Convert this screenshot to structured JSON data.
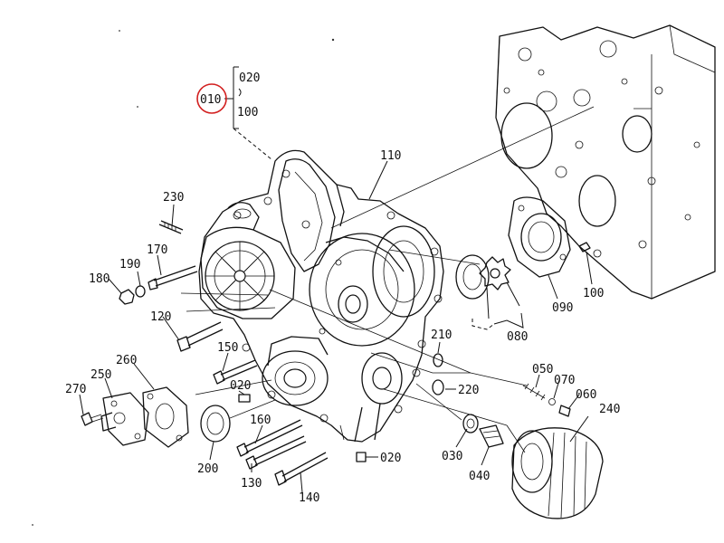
{
  "diagram": {
    "highlight_color": "#d21f1f",
    "parts": [
      {
        "id": "p010",
        "number": "010",
        "highlighted": true
      },
      {
        "id": "p020a",
        "number": "020"
      },
      {
        "id": "p100a",
        "number": "100"
      },
      {
        "id": "p110",
        "number": "110"
      },
      {
        "id": "p230",
        "number": "230"
      },
      {
        "id": "p190",
        "number": "190"
      },
      {
        "id": "p170",
        "number": "170"
      },
      {
        "id": "p180",
        "number": "180"
      },
      {
        "id": "p120",
        "number": "120"
      },
      {
        "id": "p260",
        "number": "260"
      },
      {
        "id": "p250",
        "number": "250"
      },
      {
        "id": "p270",
        "number": "270"
      },
      {
        "id": "p150",
        "number": "150"
      },
      {
        "id": "p020b",
        "number": "020"
      },
      {
        "id": "p160",
        "number": "160"
      },
      {
        "id": "p200",
        "number": "200"
      },
      {
        "id": "p130",
        "number": "130"
      },
      {
        "id": "p140",
        "number": "140"
      },
      {
        "id": "p020c",
        "number": "020"
      },
      {
        "id": "p210",
        "number": "210"
      },
      {
        "id": "p220",
        "number": "220"
      },
      {
        "id": "p080",
        "number": "080"
      },
      {
        "id": "p090",
        "number": "090"
      },
      {
        "id": "p100b",
        "number": "100"
      },
      {
        "id": "p050",
        "number": "050"
      },
      {
        "id": "p070",
        "number": "070"
      },
      {
        "id": "p060",
        "number": "060"
      },
      {
        "id": "p240",
        "number": "240"
      },
      {
        "id": "p030",
        "number": "030"
      },
      {
        "id": "p040",
        "number": "040"
      }
    ]
  }
}
